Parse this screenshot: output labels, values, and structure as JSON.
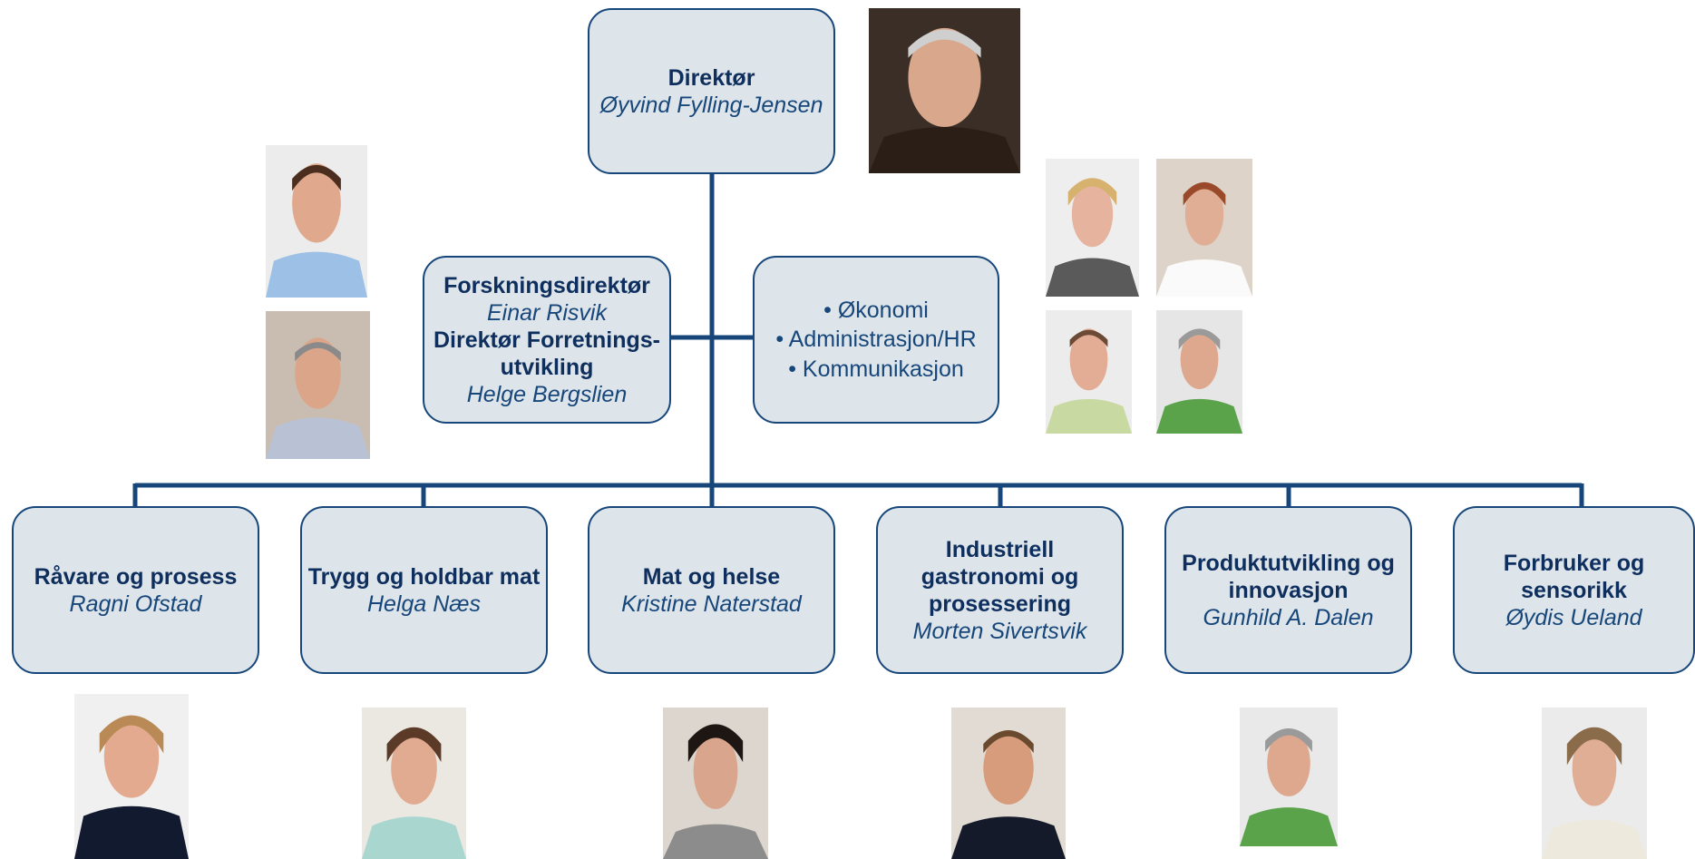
{
  "top": {
    "title": "Direktør",
    "name": "Øyvind Fylling-Jensen"
  },
  "research": {
    "title1": "Forskningsdirektør",
    "name1": "Einar Risvik",
    "title2a": "Direktør Forretnings-",
    "title2b": "utvikling",
    "name2": "Helge Bergslien"
  },
  "staff": {
    "items": [
      "• Økonomi",
      "• Administrasjon/HR",
      "• Kommunikasjon"
    ]
  },
  "departments": [
    {
      "title": "Råvare og prosess",
      "name": "Ragni Ofstad"
    },
    {
      "title": "Trygg og holdbar mat",
      "name": "Helga Næs"
    },
    {
      "title": "Mat og helse",
      "name": "Kristine Naterstad"
    },
    {
      "title": "Industriell gastronomi og prosessering",
      "name": "Morten Sivertsvik"
    },
    {
      "title": "Produktutvikling og innovasjon",
      "name": "Gunhild A. Dalen"
    },
    {
      "title": "Forbruker og sensorikk",
      "name": "Øydis Ueland"
    }
  ],
  "colors": {
    "line": "#17477a",
    "box_fill": "#dde4ea",
    "text": "#0e2f5e"
  }
}
